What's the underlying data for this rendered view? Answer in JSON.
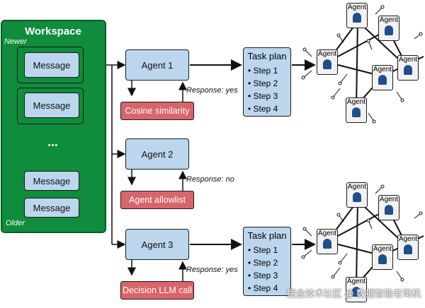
{
  "workspace": {
    "title": "Workspace",
    "newer_label": "Newer",
    "older_label": "Older",
    "ellipsis": "•••",
    "messages": [
      "Message",
      "Message",
      "Message",
      "Message"
    ]
  },
  "agents": [
    {
      "label": "Agent 1",
      "check": "Cosine similarity",
      "response": "Response: yes"
    },
    {
      "label": "Agent 2",
      "check": "Agent allowlist",
      "response": "Response: no"
    },
    {
      "label": "Agent 3",
      "check": "Decision LLM call",
      "response": "Response: yes"
    }
  ],
  "task_plans": [
    {
      "title": "Task plan",
      "steps": [
        "Step 1",
        "Step 2",
        "Step 3",
        "Step 4"
      ]
    },
    {
      "title": "Task plan",
      "steps": [
        "Step 1",
        "Step 2",
        "Step 3",
        "Step 4"
      ]
    }
  ],
  "network_node_label": "Agent",
  "watermark": "掘金技术社区 @ 数据智能老司机",
  "colors": {
    "workspace": "#0f8c3c",
    "box": "#bcd6ee",
    "check": "#d9646b",
    "node_icon": "#1f4f8b"
  }
}
